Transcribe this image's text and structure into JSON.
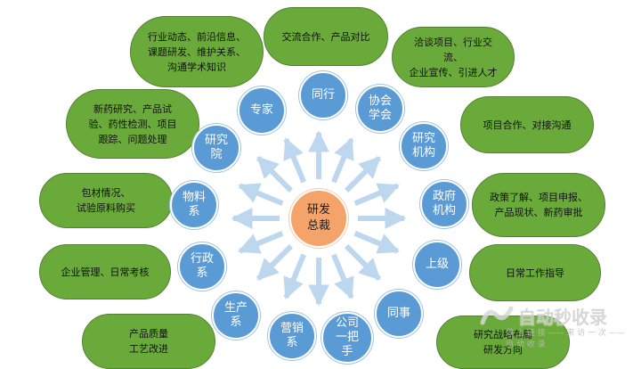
{
  "center": {
    "label": "研发\n总裁"
  },
  "nodes": [
    {
      "key": "expert",
      "label": "专家",
      "detail": "行业动态、前沿信息、\n课题研发、维护关系、\n沟通学术知识"
    },
    {
      "key": "peer",
      "label": "同行",
      "detail": "交流合作、产品对比"
    },
    {
      "key": "association",
      "label": "协会\n学会",
      "detail": "洽谈项目、行业交流、\n企业宣传、引进人才"
    },
    {
      "key": "research-org",
      "label": "研究\n机构",
      "detail": "项目合作、对接沟通"
    },
    {
      "key": "government",
      "label": "政府\n机构",
      "detail": "政策了解、项目申报、\n产品现状、新药审批"
    },
    {
      "key": "superior",
      "label": "上级",
      "detail": "日常工作指导"
    },
    {
      "key": "colleague",
      "label": "同事",
      "detail": "研究战略布局\n研发方向"
    },
    {
      "key": "ceo",
      "label": "公司\n一把\n手",
      "detail": ""
    },
    {
      "key": "marketing",
      "label": "营销\n系",
      "detail": ""
    },
    {
      "key": "production",
      "label": "生产\n系",
      "detail": "产品质量\n工艺改进"
    },
    {
      "key": "admin",
      "label": "行政\n系",
      "detail": "企业管理、日常考核"
    },
    {
      "key": "materials",
      "label": "物料\n系",
      "detail": "包材情况、\n试验原料购买"
    },
    {
      "key": "institute",
      "label": "研究\n院",
      "detail": "新药研究、产品试\n验、药性检测、项目\n跟踪、问题处理"
    }
  ],
  "watermark": {
    "main": "自动秒收录",
    "sub": "做 上 链 接 —— 来 访 一 次 —— 自 动 收 录"
  },
  "colors": {
    "node": "#5b9bd5",
    "center": "#f4a46a",
    "pill": "#6aaa3a",
    "arrow": "#bdd7ee"
  }
}
